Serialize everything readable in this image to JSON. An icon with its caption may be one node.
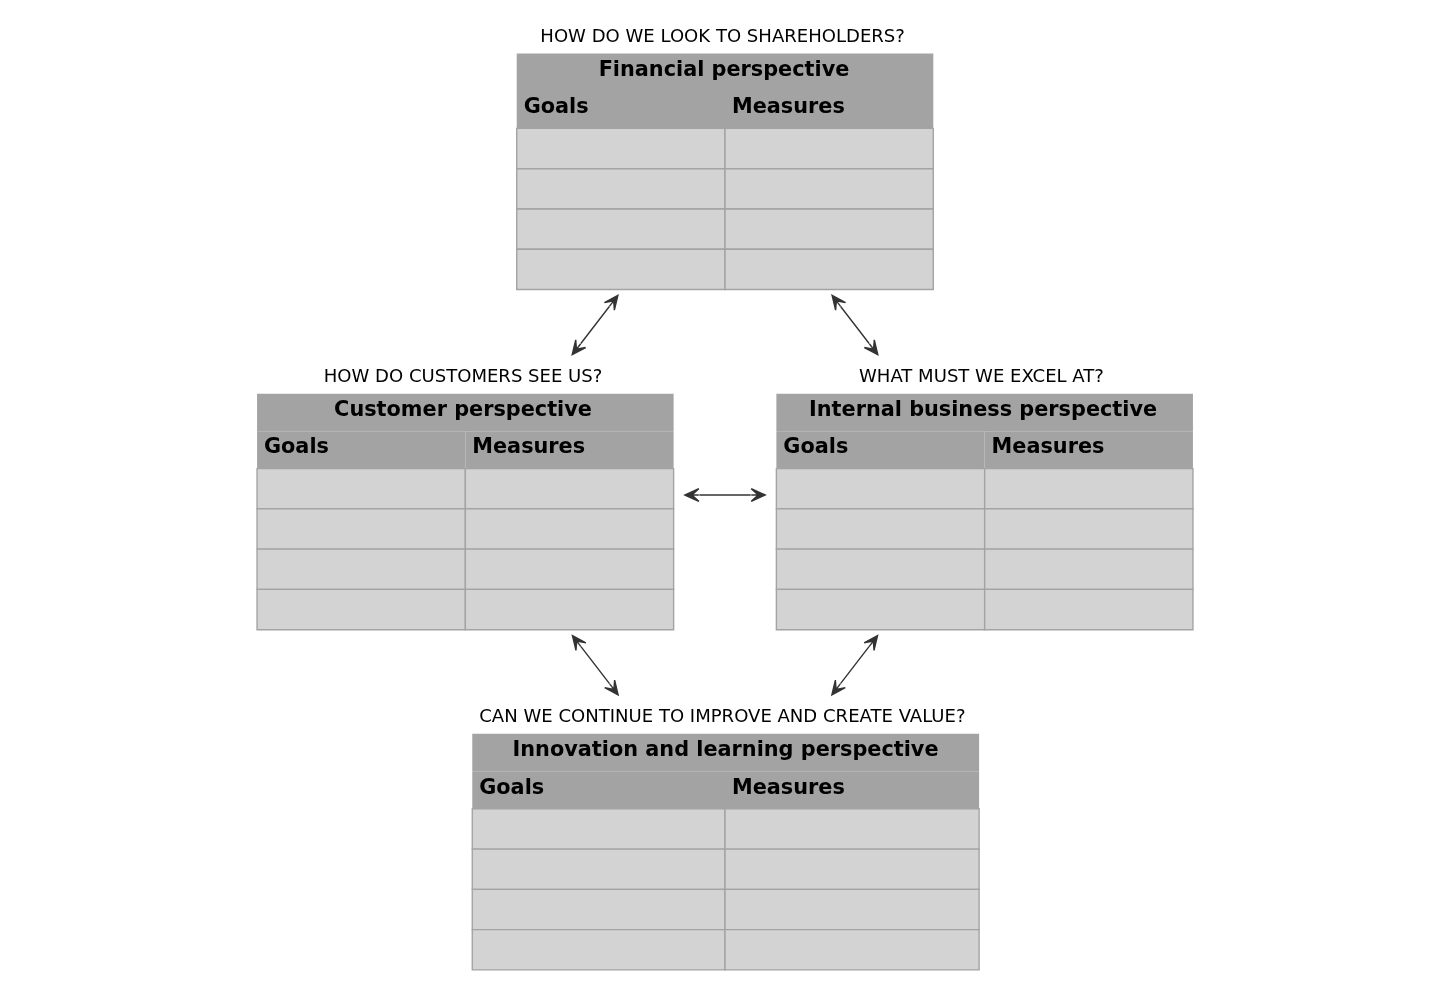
{
  "diagram": {
    "nodes": [
      {
        "text": [
          "HOW DO WE LOOK TO SHAREHOLDERS?",
          "Financial perspective",
          "Goals",
          "Measures"
        ]
      },
      {
        "text": [
          "HOW DO CUSTOMERS SEE US?",
          "Customer perspective",
          "Goals",
          "Measures"
        ]
      },
      {
        "text": [
          "WHAT MUST WE EXCEL AT?",
          "Internal business perspective",
          "Goals",
          "Measures"
        ]
      },
      {
        "text": [
          "CAN WE CONTINUE TO IMPROVE AND CREATE VALUE?",
          "Innovation and learning perspective",
          "Goals",
          "Measures"
        ]
      }
    ],
    "edges": [
      {
        "from": 0,
        "to": 1,
        "arrow": "both"
      },
      {
        "from": 0,
        "to": 2,
        "arrow": "both"
      },
      {
        "from": 1,
        "to": 2,
        "arrow": "both"
      },
      {
        "from": 1,
        "to": 3,
        "arrow": "both"
      },
      {
        "from": 2,
        "to": 3,
        "arrow": "both"
      }
    ]
  }
}
